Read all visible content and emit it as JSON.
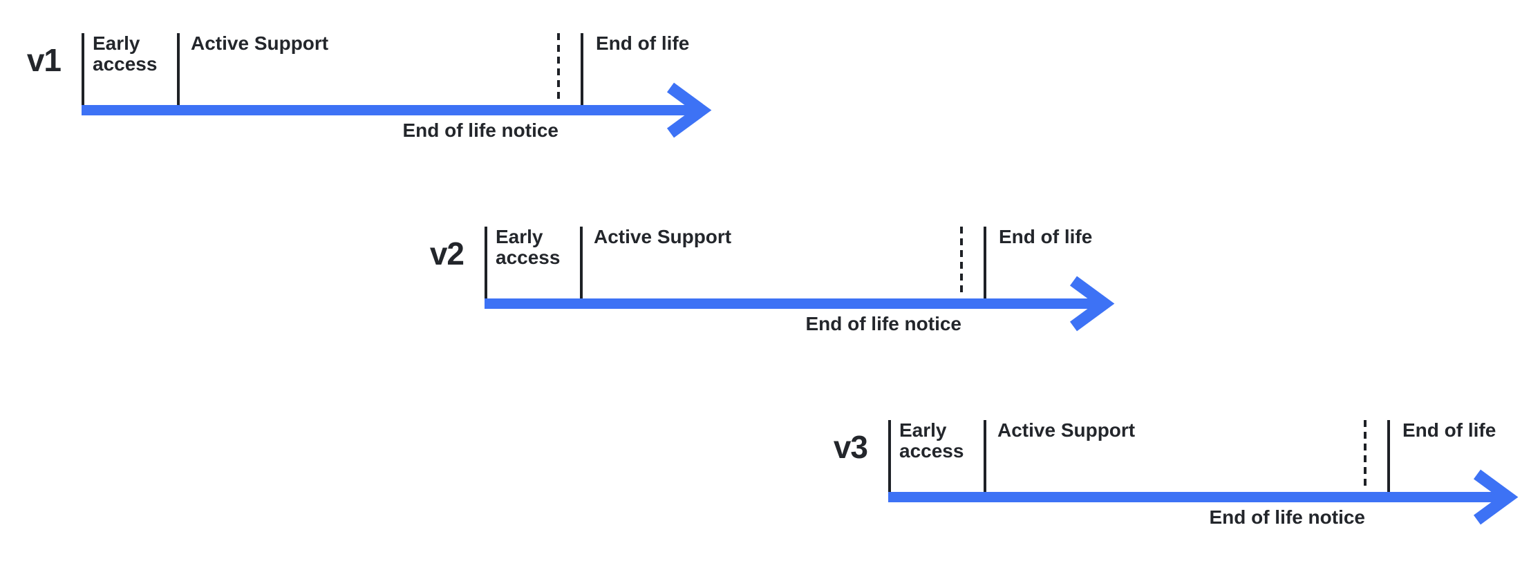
{
  "colors": {
    "arrow_blue": "#3d72f5",
    "tick_black": "#1e2126",
    "text_dark": "#23262b",
    "background": "#ffffff"
  },
  "timelines": [
    {
      "version": "v1",
      "early_access_label": "Early access",
      "active_support_label": "Active Support",
      "end_of_life_label": "End of life",
      "end_of_life_notice_label": "End of life notice"
    },
    {
      "version": "v2",
      "early_access_label": "Early access",
      "active_support_label": "Active Support",
      "end_of_life_label": "End of life",
      "end_of_life_notice_label": "End of life notice"
    },
    {
      "version": "v3",
      "early_access_label": "Early access",
      "active_support_label": "Active Support",
      "end_of_life_label": "End of life",
      "end_of_life_notice_label": "End of life notice"
    }
  ]
}
